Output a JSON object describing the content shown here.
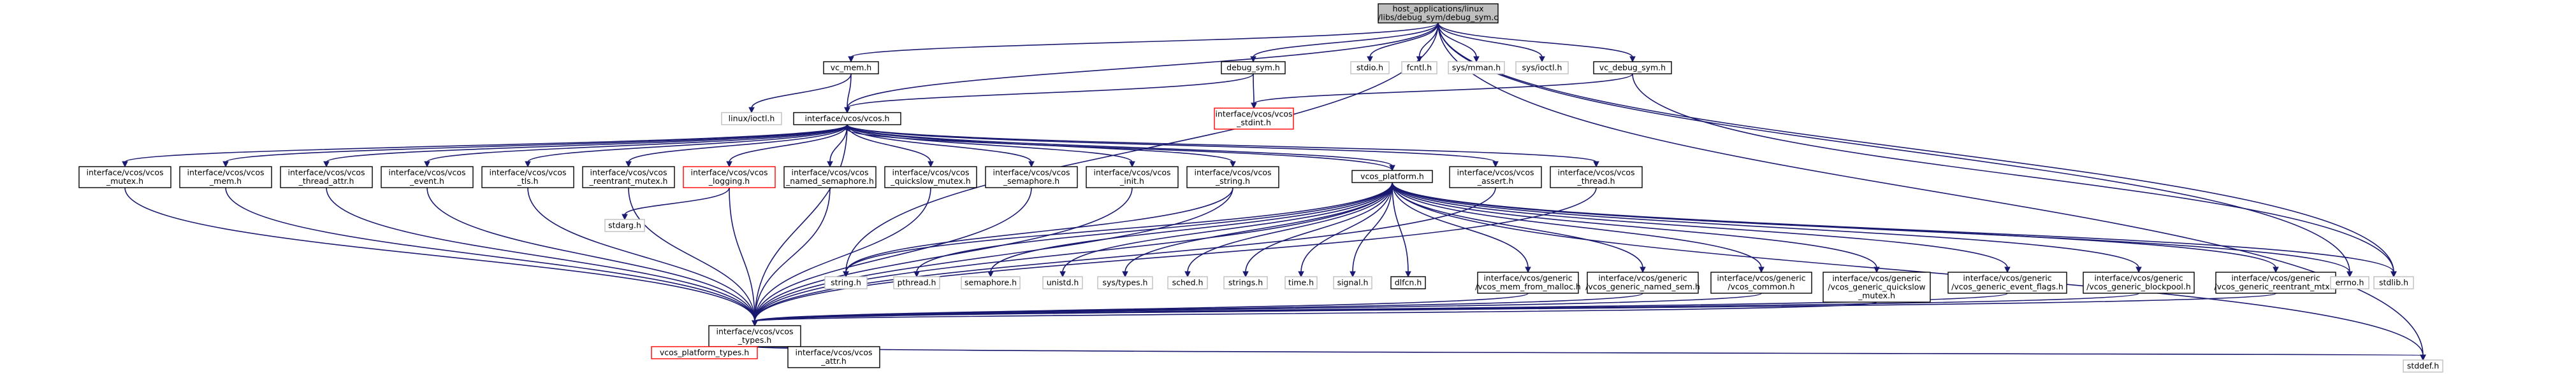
{
  "colors": {
    "edge": "#191970",
    "border_normal": "#000000",
    "border_missing": "#bfbfbf",
    "border_truncated": "#ff0000",
    "fill_normal": "#ffffff",
    "fill_root": "#bfbfbf"
  },
  "nodes": [
    {
      "id": "root",
      "lines": [
        "host_applications/linux",
        "/libs/debug_sym/debug_sym.c"
      ],
      "kind": "root"
    },
    {
      "id": "vc_mem",
      "lines": [
        "vc_mem.h"
      ],
      "kind": "normal"
    },
    {
      "id": "debug_sym_h",
      "lines": [
        "debug_sym.h"
      ],
      "kind": "normal"
    },
    {
      "id": "stdio",
      "lines": [
        "stdio.h"
      ],
      "kind": "missing"
    },
    {
      "id": "fcntl",
      "lines": [
        "fcntl.h"
      ],
      "kind": "missing"
    },
    {
      "id": "sys_mman",
      "lines": [
        "sys/mman.h"
      ],
      "kind": "missing"
    },
    {
      "id": "sys_ioctl",
      "lines": [
        "sys/ioctl.h"
      ],
      "kind": "missing"
    },
    {
      "id": "vc_debug_sym",
      "lines": [
        "vc_debug_sym.h"
      ],
      "kind": "normal"
    },
    {
      "id": "linux_ioctl",
      "lines": [
        "linux/ioctl.h"
      ],
      "kind": "missing"
    },
    {
      "id": "vcos_stdint",
      "lines": [
        "interface/vcos/vcos",
        "_stdint.h"
      ],
      "kind": "truncated"
    },
    {
      "id": "vcos_h",
      "lines": [
        "interface/vcos/vcos.h"
      ],
      "kind": "normal"
    },
    {
      "id": "vcos_mutex",
      "lines": [
        "interface/vcos/vcos",
        "_mutex.h"
      ],
      "kind": "normal"
    },
    {
      "id": "vcos_mem",
      "lines": [
        "interface/vcos/vcos",
        "_mem.h"
      ],
      "kind": "normal"
    },
    {
      "id": "vcos_thread_attr",
      "lines": [
        "interface/vcos/vcos",
        "_thread_attr.h"
      ],
      "kind": "normal"
    },
    {
      "id": "vcos_event",
      "lines": [
        "interface/vcos/vcos",
        "_event.h"
      ],
      "kind": "normal"
    },
    {
      "id": "vcos_tls",
      "lines": [
        "interface/vcos/vcos",
        "_tls.h"
      ],
      "kind": "normal"
    },
    {
      "id": "vcos_reentrant_mutex",
      "lines": [
        "interface/vcos/vcos",
        "_reentrant_mutex.h"
      ],
      "kind": "normal"
    },
    {
      "id": "vcos_logging",
      "lines": [
        "interface/vcos/vcos",
        "_logging.h"
      ],
      "kind": "truncated"
    },
    {
      "id": "vcos_named_sem",
      "lines": [
        "interface/vcos/vcos",
        "_named_semaphore.h"
      ],
      "kind": "normal"
    },
    {
      "id": "vcos_quickslow",
      "lines": [
        "interface/vcos/vcos",
        "_quickslow_mutex.h"
      ],
      "kind": "normal"
    },
    {
      "id": "vcos_semaphore",
      "lines": [
        "interface/vcos/vcos",
        "_semaphore.h"
      ],
      "kind": "normal"
    },
    {
      "id": "vcos_init",
      "lines": [
        "interface/vcos/vcos",
        "_init.h"
      ],
      "kind": "normal"
    },
    {
      "id": "vcos_string",
      "lines": [
        "interface/vcos/vcos",
        "_string.h"
      ],
      "kind": "normal"
    },
    {
      "id": "vcos_platform",
      "lines": [
        "vcos_platform.h"
      ],
      "kind": "normal"
    },
    {
      "id": "vcos_assert",
      "lines": [
        "interface/vcos/vcos",
        "_assert.h"
      ],
      "kind": "normal"
    },
    {
      "id": "vcos_thread",
      "lines": [
        "interface/vcos/vcos",
        "_thread.h"
      ],
      "kind": "normal"
    },
    {
      "id": "stdarg",
      "lines": [
        "stdarg.h"
      ],
      "kind": "missing"
    },
    {
      "id": "string_h",
      "lines": [
        "string.h"
      ],
      "kind": "missing"
    },
    {
      "id": "pthread",
      "lines": [
        "pthread.h"
      ],
      "kind": "missing"
    },
    {
      "id": "semaphore",
      "lines": [
        "semaphore.h"
      ],
      "kind": "missing"
    },
    {
      "id": "unistd",
      "lines": [
        "unistd.h"
      ],
      "kind": "missing"
    },
    {
      "id": "sys_types",
      "lines": [
        "sys/types.h"
      ],
      "kind": "missing"
    },
    {
      "id": "sched",
      "lines": [
        "sched.h"
      ],
      "kind": "missing"
    },
    {
      "id": "strings",
      "lines": [
        "strings.h"
      ],
      "kind": "missing"
    },
    {
      "id": "time",
      "lines": [
        "time.h"
      ],
      "kind": "missing"
    },
    {
      "id": "signal",
      "lines": [
        "signal.h"
      ],
      "kind": "missing"
    },
    {
      "id": "dlfcn",
      "lines": [
        "dlfcn.h"
      ],
      "kind": "normal"
    },
    {
      "id": "gen_mem_malloc",
      "lines": [
        "interface/vcos/generic",
        "/vcos_mem_from_malloc.h"
      ],
      "kind": "normal"
    },
    {
      "id": "gen_named_sem",
      "lines": [
        "interface/vcos/generic",
        "/vcos_generic_named_sem.h"
      ],
      "kind": "normal"
    },
    {
      "id": "gen_common",
      "lines": [
        "interface/vcos/generic",
        "/vcos_common.h"
      ],
      "kind": "normal"
    },
    {
      "id": "gen_quickslow",
      "lines": [
        "interface/vcos/generic",
        "/vcos_generic_quickslow",
        "_mutex.h"
      ],
      "kind": "normal"
    },
    {
      "id": "gen_event_flags",
      "lines": [
        "interface/vcos/generic",
        "/vcos_generic_event_flags.h"
      ],
      "kind": "normal"
    },
    {
      "id": "gen_blockpool",
      "lines": [
        "interface/vcos/generic",
        "/vcos_generic_blockpool.h"
      ],
      "kind": "normal"
    },
    {
      "id": "gen_reentrant",
      "lines": [
        "interface/vcos/generic",
        "/vcos_generic_reentrant_mtx.h"
      ],
      "kind": "normal"
    },
    {
      "id": "errno",
      "lines": [
        "errno.h"
      ],
      "kind": "missing"
    },
    {
      "id": "stdlib",
      "lines": [
        "stdlib.h"
      ],
      "kind": "missing"
    },
    {
      "id": "vcos_types",
      "lines": [
        "interface/vcos/vcos",
        "_types.h"
      ],
      "kind": "normal"
    },
    {
      "id": "stddef",
      "lines": [
        "stddef.h"
      ],
      "kind": "missing"
    },
    {
      "id": "vcos_platform_types",
      "lines": [
        "vcos_platform_types.h"
      ],
      "kind": "truncated"
    },
    {
      "id": "vcos_attr",
      "lines": [
        "interface/vcos/vcos",
        "_attr.h"
      ],
      "kind": "normal"
    }
  ]
}
